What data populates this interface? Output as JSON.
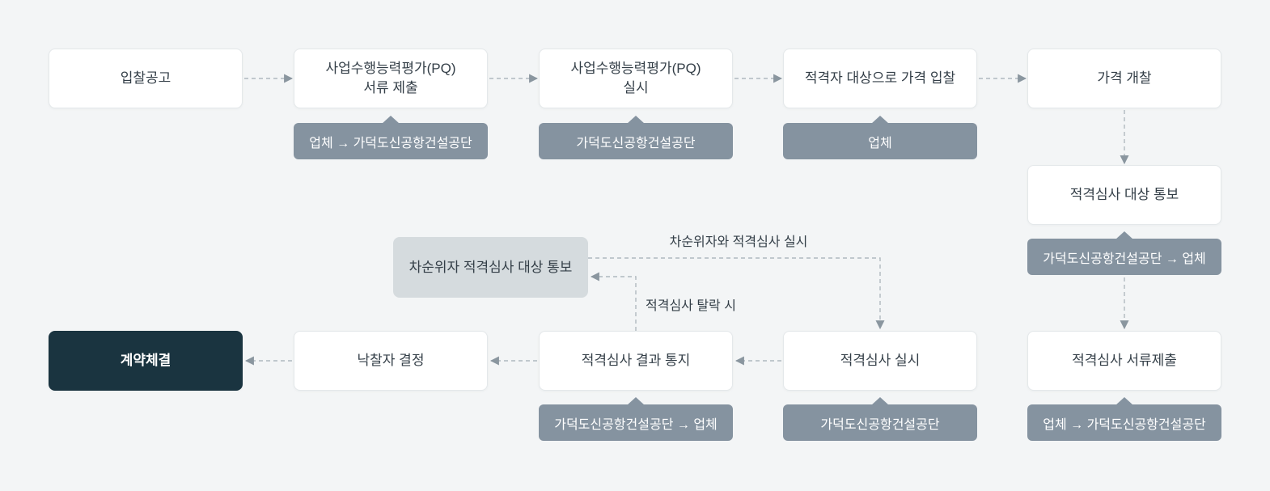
{
  "colors": {
    "background": "#f3f5f6",
    "box_bg": "#ffffff",
    "box_border": "#e4e8ea",
    "box_text": "#333e47",
    "tooltip_bg": "#8593a0",
    "tooltip_text": "#ffffff",
    "dark_box_bg": "#1a3440",
    "dark_box_text": "#ffffff",
    "light_box_bg": "#d5dbde",
    "connector_line": "#b0b9bf",
    "arrowhead": "#8a969f"
  },
  "nodes": {
    "bid_announcement": {
      "label": "입찰공고"
    },
    "pq_submit": {
      "label": "사업수행능력평가(PQ)\n서류 제출",
      "tooltip": "업체 → 가덕도신공항건설공단"
    },
    "pq_conduct": {
      "label": "사업수행능력평가(PQ)\n실시",
      "tooltip": "가덕도신공항건설공단"
    },
    "price_bid": {
      "label": "적격자 대상으로 가격 입찰",
      "tooltip": "업체"
    },
    "price_opening": {
      "label": "가격 개찰"
    },
    "eligibility_notice": {
      "label": "적격심사 대상 통보",
      "tooltip": "가덕도신공항건설공단 → 업체"
    },
    "eligibility_docs": {
      "label": "적격심사 서류제출",
      "tooltip": "업체 → 가덕도신공항건설공단"
    },
    "eligibility_exam": {
      "label": "적격심사 실시",
      "tooltip": "가덕도신공항건설공단"
    },
    "eligibility_result": {
      "label": "적격심사 결과 통지",
      "tooltip": "가덕도신공항건설공단 → 업체"
    },
    "winner_decision": {
      "label": "낙찰자 결정"
    },
    "contract": {
      "label": "계약체결"
    },
    "runnerup_notice": {
      "label": "차순위자 적격심사 대상 통보"
    }
  },
  "edge_labels": {
    "runnerup_exam": "차순위자와 적격심사 실시",
    "exam_fail": "적격심사 탈락 시"
  }
}
